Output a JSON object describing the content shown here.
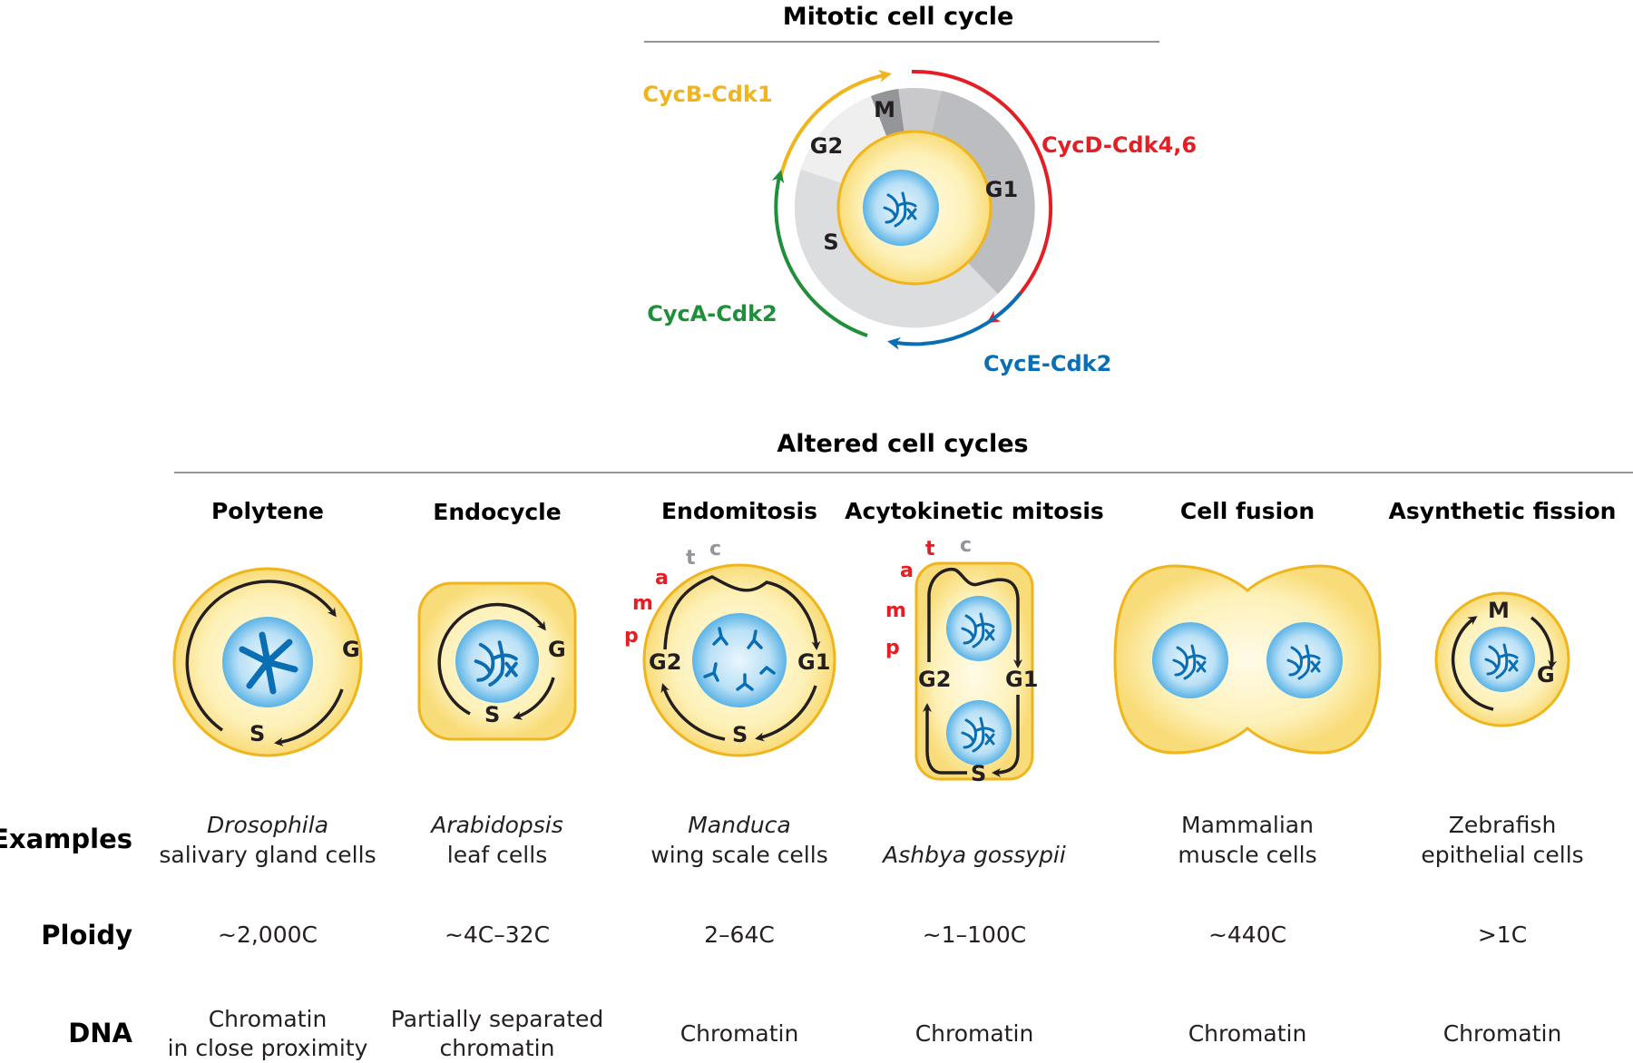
{
  "mitotic": {
    "title": "Mitotic cell cycle",
    "phases": [
      "M",
      "G2",
      "G1",
      "S"
    ],
    "cyclins": [
      {
        "label": "CycB-Cdk1",
        "color": "#f0b41c"
      },
      {
        "label": "CycD-Cdk4,6",
        "color": "#e31e24"
      },
      {
        "label": "CycE-Cdk2",
        "color": "#0a6eb4"
      },
      {
        "label": "CycA-Cdk2",
        "color": "#1f8f3a"
      }
    ]
  },
  "altered": {
    "title": "Altered cell cycles",
    "columns": [
      {
        "title": "Polytene",
        "labels": [
          "G",
          "S"
        ],
        "example": "Drosophila",
        "example_line2": "salivary gland cells",
        "ploidy": "~2,000C",
        "dna": [
          "Chromatin",
          "in close proximity"
        ]
      },
      {
        "title": "Endocycle",
        "labels": [
          "G",
          "S"
        ],
        "example": "Arabidopsis",
        "example_line2": "leaf cells",
        "ploidy": "~4C–32C",
        "dna": [
          "Partially separated",
          "chromatin"
        ]
      },
      {
        "title": "Endomitosis",
        "labels": [
          "G2",
          "G1",
          "S"
        ],
        "mitosis_letters": [
          "p",
          "m",
          "a",
          "t",
          "c"
        ],
        "example": "Manduca",
        "example_line2": "wing scale cells",
        "ploidy": "2–64C",
        "dna": [
          "Chromatin"
        ]
      },
      {
        "title": "Acytokinetic mitosis",
        "labels": [
          "G2",
          "G1",
          "S"
        ],
        "mitosis_letters": [
          "p",
          "m",
          "a",
          "t",
          "c"
        ],
        "example": "Ashbya gossypii",
        "example_line2": "",
        "ploidy": "~1–100C",
        "dna": [
          "Chromatin"
        ]
      },
      {
        "title": "Cell fusion",
        "labels": [],
        "example": "Mammalian",
        "example_line2": "muscle cells",
        "ploidy": "~440C",
        "dna": [
          "Chromatin"
        ]
      },
      {
        "title": "Asynthetic fission",
        "labels": [
          "M",
          "G"
        ],
        "example": "Zebrafish",
        "example_line2": "epithelial cells",
        "ploidy": ">1C",
        "dna": [
          "Chromatin"
        ]
      }
    ]
  },
  "rows": {
    "examples": "Examples",
    "ploidy": "Ploidy",
    "dna": "DNA"
  },
  "colors": {
    "cell_fill": "#fdf1b8",
    "cell_stroke": "#f0b41c",
    "nucleus": "#5bb3e6",
    "chromatin": "#0a6eb4",
    "ring": "#c9c9cb",
    "mitosis_red": "#e31e24",
    "mitosis_gray": "#939598"
  }
}
